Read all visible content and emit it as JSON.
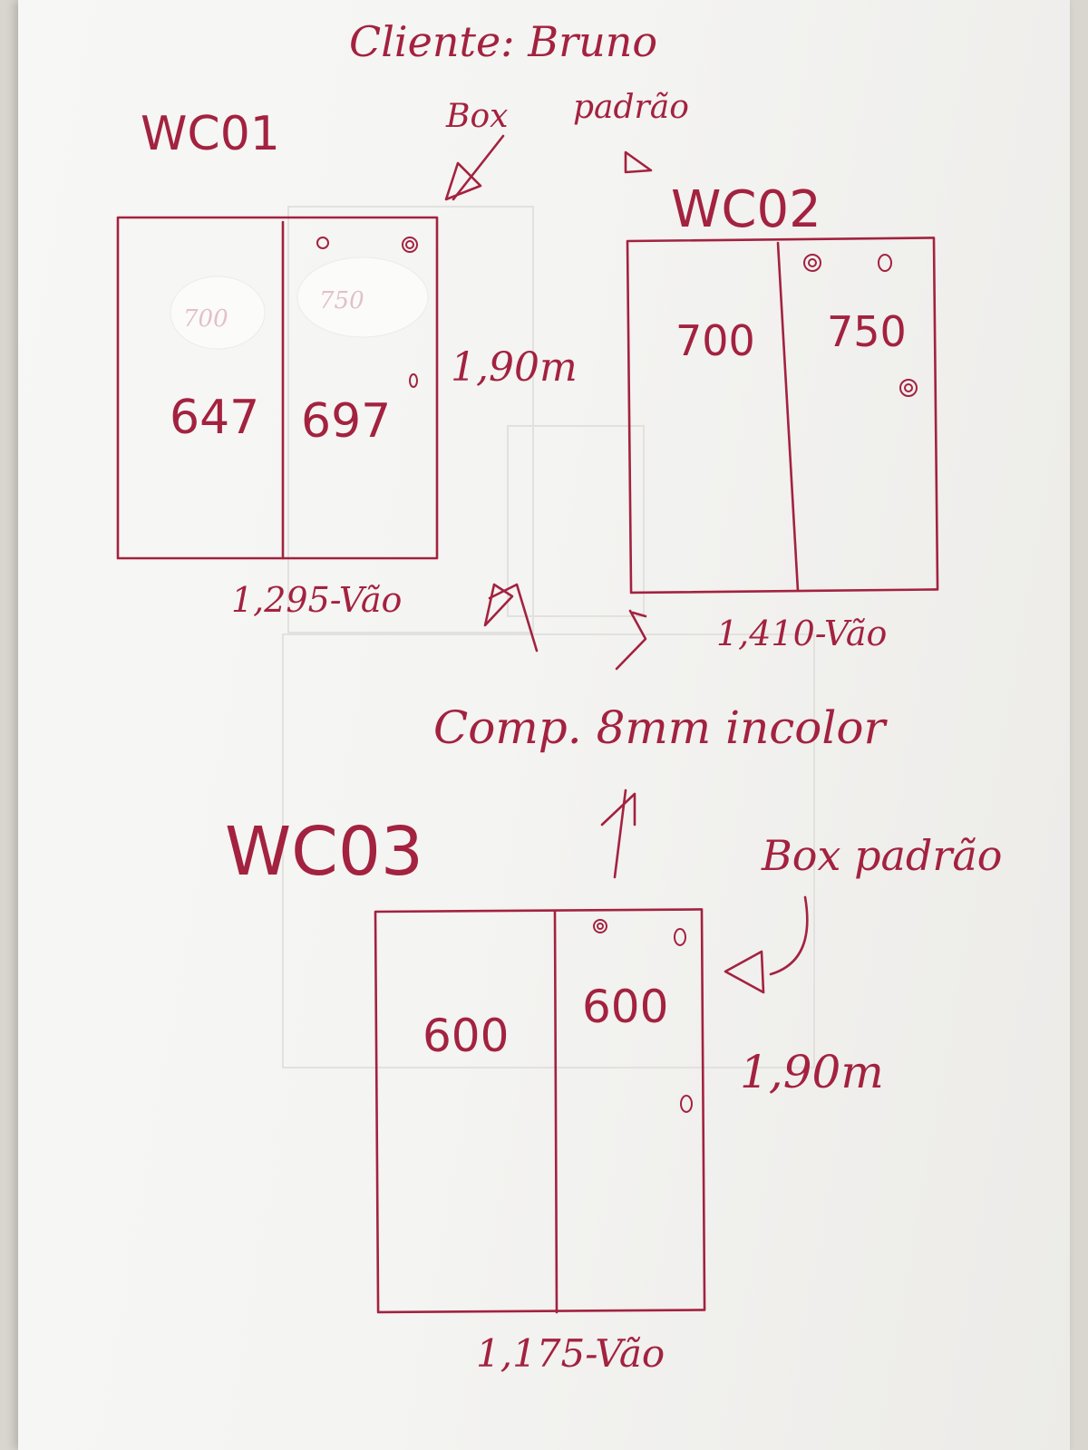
{
  "client_line": "Cliente: Bruno",
  "wc01": {
    "title": "WC01",
    "left_value": "647",
    "right_value": "697",
    "height": "1,90m",
    "width": "1,295-Vão"
  },
  "box_padrao_top": "Box padrão",
  "wc02": {
    "title": "WC02",
    "left_value": "700",
    "right_value": "750",
    "width": "1,410-Vão"
  },
  "middle_note": "Comp. 8mm incolor",
  "wc03": {
    "title": "WC03",
    "left_value": "600",
    "right_value": "600",
    "height": "1,90m",
    "width": "1,175-Vão"
  },
  "box_padrao_bottom": "Box padrão",
  "colors": {
    "ink": "#a3223f",
    "paper": "#f4f4f2",
    "background": "#d9d6cf"
  }
}
